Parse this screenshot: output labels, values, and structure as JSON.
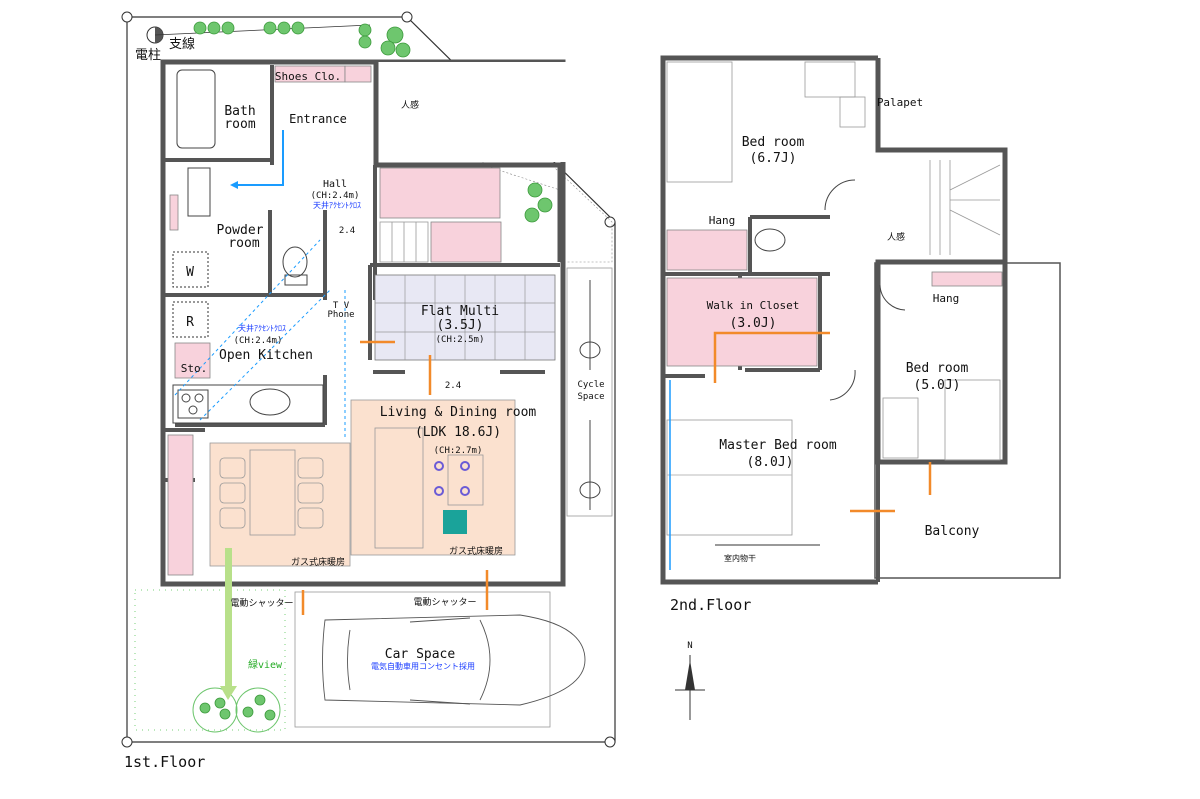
{
  "floor1": {
    "title": "1st.Floor",
    "utility_pole": "電柱",
    "guy_wire": "支線",
    "rooms": {
      "bath": [
        "Bath",
        "room"
      ],
      "shoes": "Shoes Clo.",
      "entrance": "Entrance",
      "hall": "Hall",
      "hall_ch": "(CH:2.4m)",
      "hall_ceiling": "天井ｱｸｾﾝﾄｸﾛｽ",
      "powder": [
        "Powder",
        "room"
      ],
      "washer": "W",
      "fridge": "R",
      "tv_phone": [
        "T V",
        "Phone"
      ],
      "kitchen_ceiling": "天井ｱｸｾﾝﾄｸﾛｽ",
      "kitchen_ch": "(CH:2.4m)",
      "kitchen": "Open Kitchen",
      "storage": "Sto.",
      "flat_multi": "Flat Multi",
      "flat_multi_size": "(3.5J)",
      "flat_multi_ch": "(CH:2.5m)",
      "ldk": "Living & Dining room",
      "ldk_size": "(LDK 18.6J)",
      "ldk_ch": "(CH:2.7m)",
      "floor_heating_1": "ガス式床暖房",
      "floor_heating_2": "ガス式床暖房",
      "shutter_1": "電動シャッター",
      "shutter_2": "電動シャッター",
      "car_space": "Car Space",
      "ev_outlet": "電気自動車用コンセント採用",
      "green_view": "緑view",
      "cycle_space": [
        "Cycle",
        "Space"
      ],
      "dim_1": "2.4",
      "dim_2": "2.4",
      "sensor": "人感"
    }
  },
  "floor2": {
    "title": "2nd.Floor",
    "rooms": {
      "bed1": "Bed room",
      "bed1_size": "(6.7J)",
      "parapet": "Palapet",
      "hang_1": "Hang",
      "wic": "Walk in Closet",
      "wic_size": "(3.0J)",
      "master": "Master Bed room",
      "master_size": "(8.0J)",
      "bed2": "Bed room",
      "bed2_size": "(5.0J)",
      "hang_2": "Hang",
      "balcony": "Balcony",
      "indoor_drying": "室内物干",
      "sensor": "人感"
    }
  },
  "compass": {
    "north": "N"
  },
  "colors": {
    "wall": "#8c8c8c",
    "pink": "#f8d2dc",
    "peach": "#fbe1cf",
    "arrow": "#f28a2a",
    "blue_text": "#1a3cff",
    "green": "#22aa22"
  }
}
